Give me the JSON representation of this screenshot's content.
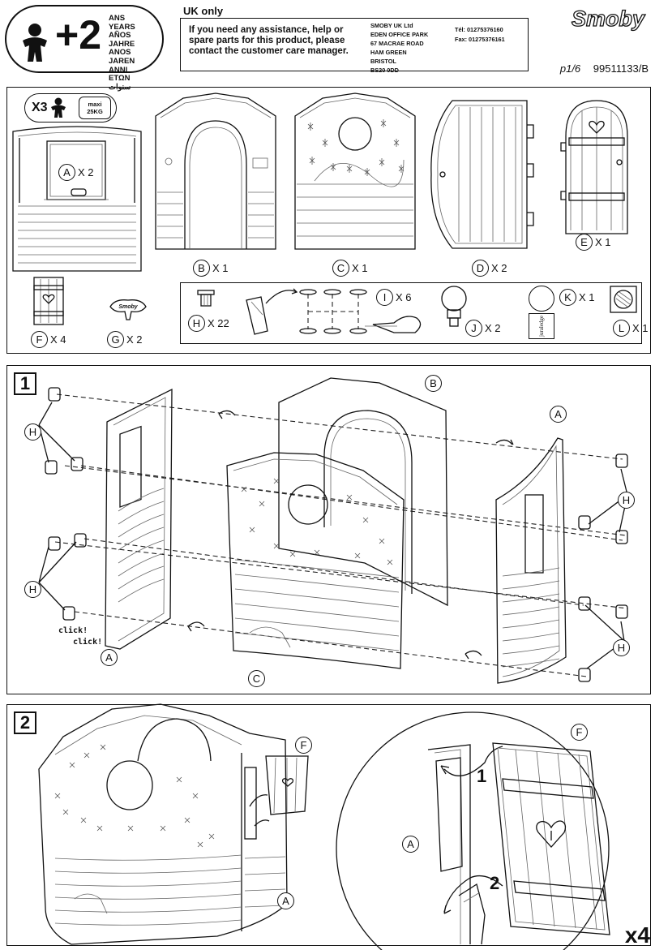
{
  "age_badge": {
    "number": "+2",
    "words": [
      "ANS",
      "YEARS",
      "AÑOS",
      "JAHRE",
      "ANOS",
      "JAREN",
      "ANNI",
      "ΕΤΩΝ",
      "سنوات"
    ]
  },
  "uk": {
    "label": "UK only",
    "message": "If you need any assistance, help or spare parts for this product, please contact the customer care manager.",
    "address": [
      "SMOBY  UK Ltd",
      "EDEN OFFICE PARK",
      "67 MACRAE ROAD",
      "HAM GREEN",
      "BRISTOL",
      "BS20 0DD"
    ],
    "tel": "Tél: 01275376160",
    "fax": "Fax: 01275376161"
  },
  "brand": "Smoby",
  "page": {
    "number": "p1/6",
    "code": "99511133/B"
  },
  "parts_panel": {
    "adult_count": "X3",
    "max_weight": [
      "maxi",
      "25KG"
    ],
    "parts": [
      {
        "letter": "A",
        "qty": "X 2"
      },
      {
        "letter": "B",
        "qty": "X 1"
      },
      {
        "letter": "C",
        "qty": "X 1"
      },
      {
        "letter": "D",
        "qty": "X 2"
      },
      {
        "letter": "E",
        "qty": "X 1"
      },
      {
        "letter": "F",
        "qty": "X 4"
      },
      {
        "letter": "G",
        "qty": "X 2"
      },
      {
        "letter": "H",
        "qty": "X 22"
      },
      {
        "letter": "I",
        "qty": "X 6"
      },
      {
        "letter": "J",
        "qty": "X 2"
      },
      {
        "letter": "K",
        "qty": "X 1"
      },
      {
        "letter": "L",
        "qty": "X 1"
      }
    ],
    "k_tag_text": "juraledge",
    "g_logo_text": "Smoby"
  },
  "step1": {
    "number": "1",
    "labels": [
      "B",
      "A",
      "H",
      "H",
      "H",
      "H",
      "A",
      "C"
    ],
    "click_1": "click!",
    "click_2": "click!"
  },
  "step2": {
    "number": "2",
    "labels": [
      "F",
      "A",
      "F",
      "A"
    ],
    "callout_1": "1",
    "callout_2": "2",
    "multiplier": "x4"
  }
}
